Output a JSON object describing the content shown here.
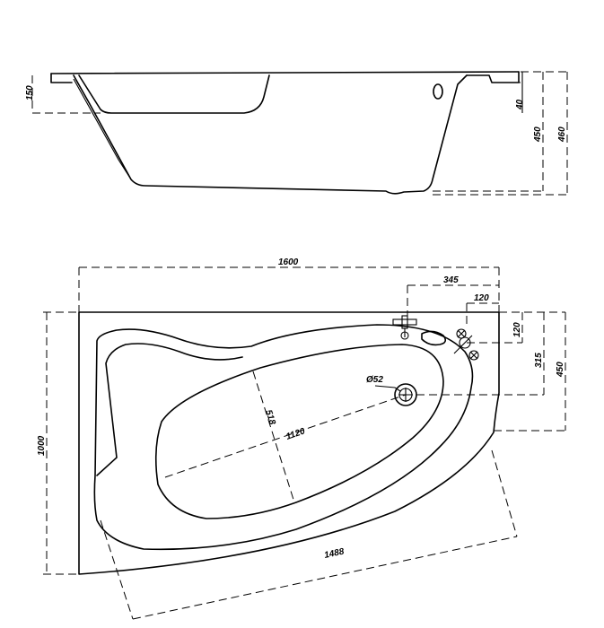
{
  "side_view": {
    "dim_rim_height": "150",
    "dim_rim_thickness": "40",
    "dim_depth": "450",
    "dim_total_height": "460"
  },
  "top_view": {
    "dim_length": "1600",
    "dim_tap_offset": "345",
    "dim_overflow_offset_x": "120",
    "dim_overflow_offset_y": "120",
    "dim_drain_offset_y": "315",
    "dim_side_depth": "450",
    "dim_width": "1000",
    "dim_drain_diameter": "Ø52",
    "dim_inner_width": "518",
    "dim_inner_length": "1120",
    "dim_diagonal_length": "1488"
  }
}
